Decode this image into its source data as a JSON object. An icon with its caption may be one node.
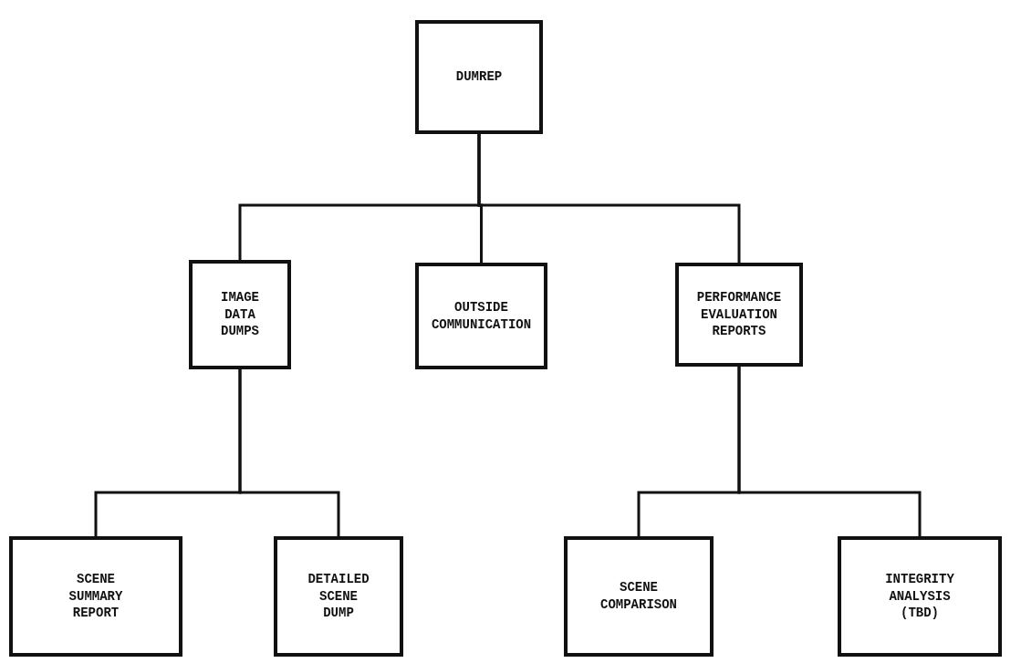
{
  "diagram": {
    "nodes": [
      {
        "text": [
          "DUMREP"
        ]
      },
      {
        "text": [
          "IMAGE DATA DUMPS"
        ]
      },
      {
        "text": [
          "OUTSIDE COMMUNICATION"
        ]
      },
      {
        "text": [
          "PERFORMANCE EVALUATION REPORTS"
        ]
      },
      {
        "text": [
          "SCENE SUMMARY REPORT"
        ]
      },
      {
        "text": [
          "DETAILED SCENE DUMP"
        ]
      },
      {
        "text": [
          "SCENE COMPARISON"
        ]
      },
      {
        "text": [
          "INTEGRITY ANALYSIS (TBD)"
        ]
      }
    ],
    "edges": [
      {
        "from": 0,
        "to": 1,
        "arrow": "none"
      },
      {
        "from": 0,
        "to": 2,
        "arrow": "none"
      },
      {
        "from": 0,
        "to": 3,
        "arrow": "none"
      },
      {
        "from": 1,
        "to": 4,
        "arrow": "none"
      },
      {
        "from": 1,
        "to": 5,
        "arrow": "none"
      },
      {
        "from": 3,
        "to": 6,
        "arrow": "none"
      },
      {
        "from": 3,
        "to": 7,
        "arrow": "none"
      }
    ]
  }
}
